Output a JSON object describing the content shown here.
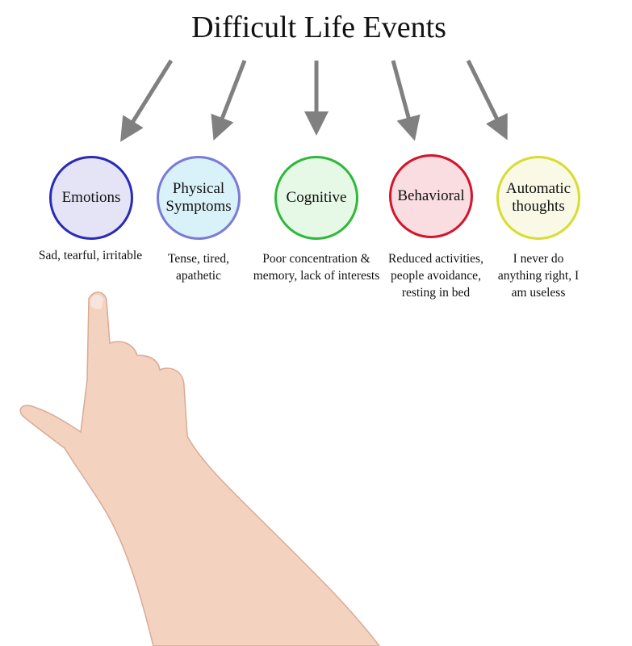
{
  "title": "Difficult Life Events",
  "nodes": [
    {
      "label": "Emotions",
      "description": "Sad, tearful, irritable",
      "border": "#2a2ab8",
      "fill": "#e4e4f6"
    },
    {
      "label": "Physical Symptoms",
      "description": "Tense, tired, apathetic",
      "border": "#7a7ad8",
      "fill": "#d9f1f8"
    },
    {
      "label": "Cognitive",
      "description": "Poor concentration & memory, lack of interests",
      "border": "#2fb83a",
      "fill": "#e6f8e6"
    },
    {
      "label": "Behavioral",
      "description": "Reduced activities, people avoidance, resting in bed",
      "border": "#d4142c",
      "fill": "#fadde0"
    },
    {
      "label": "Automatic thoughts",
      "description": "I never do anything right, I am useless",
      "border": "#d8dc30",
      "fill": "#f9f9e6"
    }
  ],
  "colors": {
    "arrow": "#808080",
    "skin": "#f3d2bf"
  }
}
